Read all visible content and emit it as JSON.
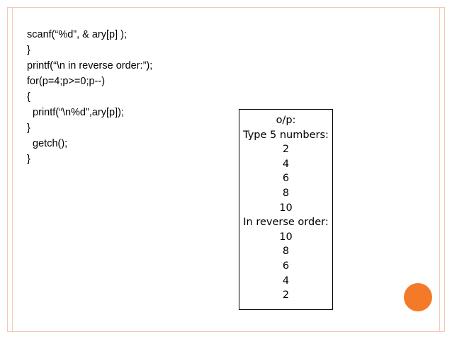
{
  "code_lines": [
    "scanf(“%d”, & ary[p] );",
    "}",
    "printf(“\\n in reverse order:”);",
    "for(p=4;p>=0;p--)",
    "{",
    "  printf(“\\n%d”,ary[p]);",
    "}",
    "  getch();",
    "}"
  ],
  "output_lines": [
    "o/p:",
    "Type 5 numbers:",
    "2",
    "4",
    "6",
    "8",
    "10",
    "In reverse order:",
    "10",
    "8",
    "6",
    "4",
    "2"
  ],
  "colors": {
    "frame": "#f3c9b6",
    "accent_circle": "#f47a2a"
  }
}
